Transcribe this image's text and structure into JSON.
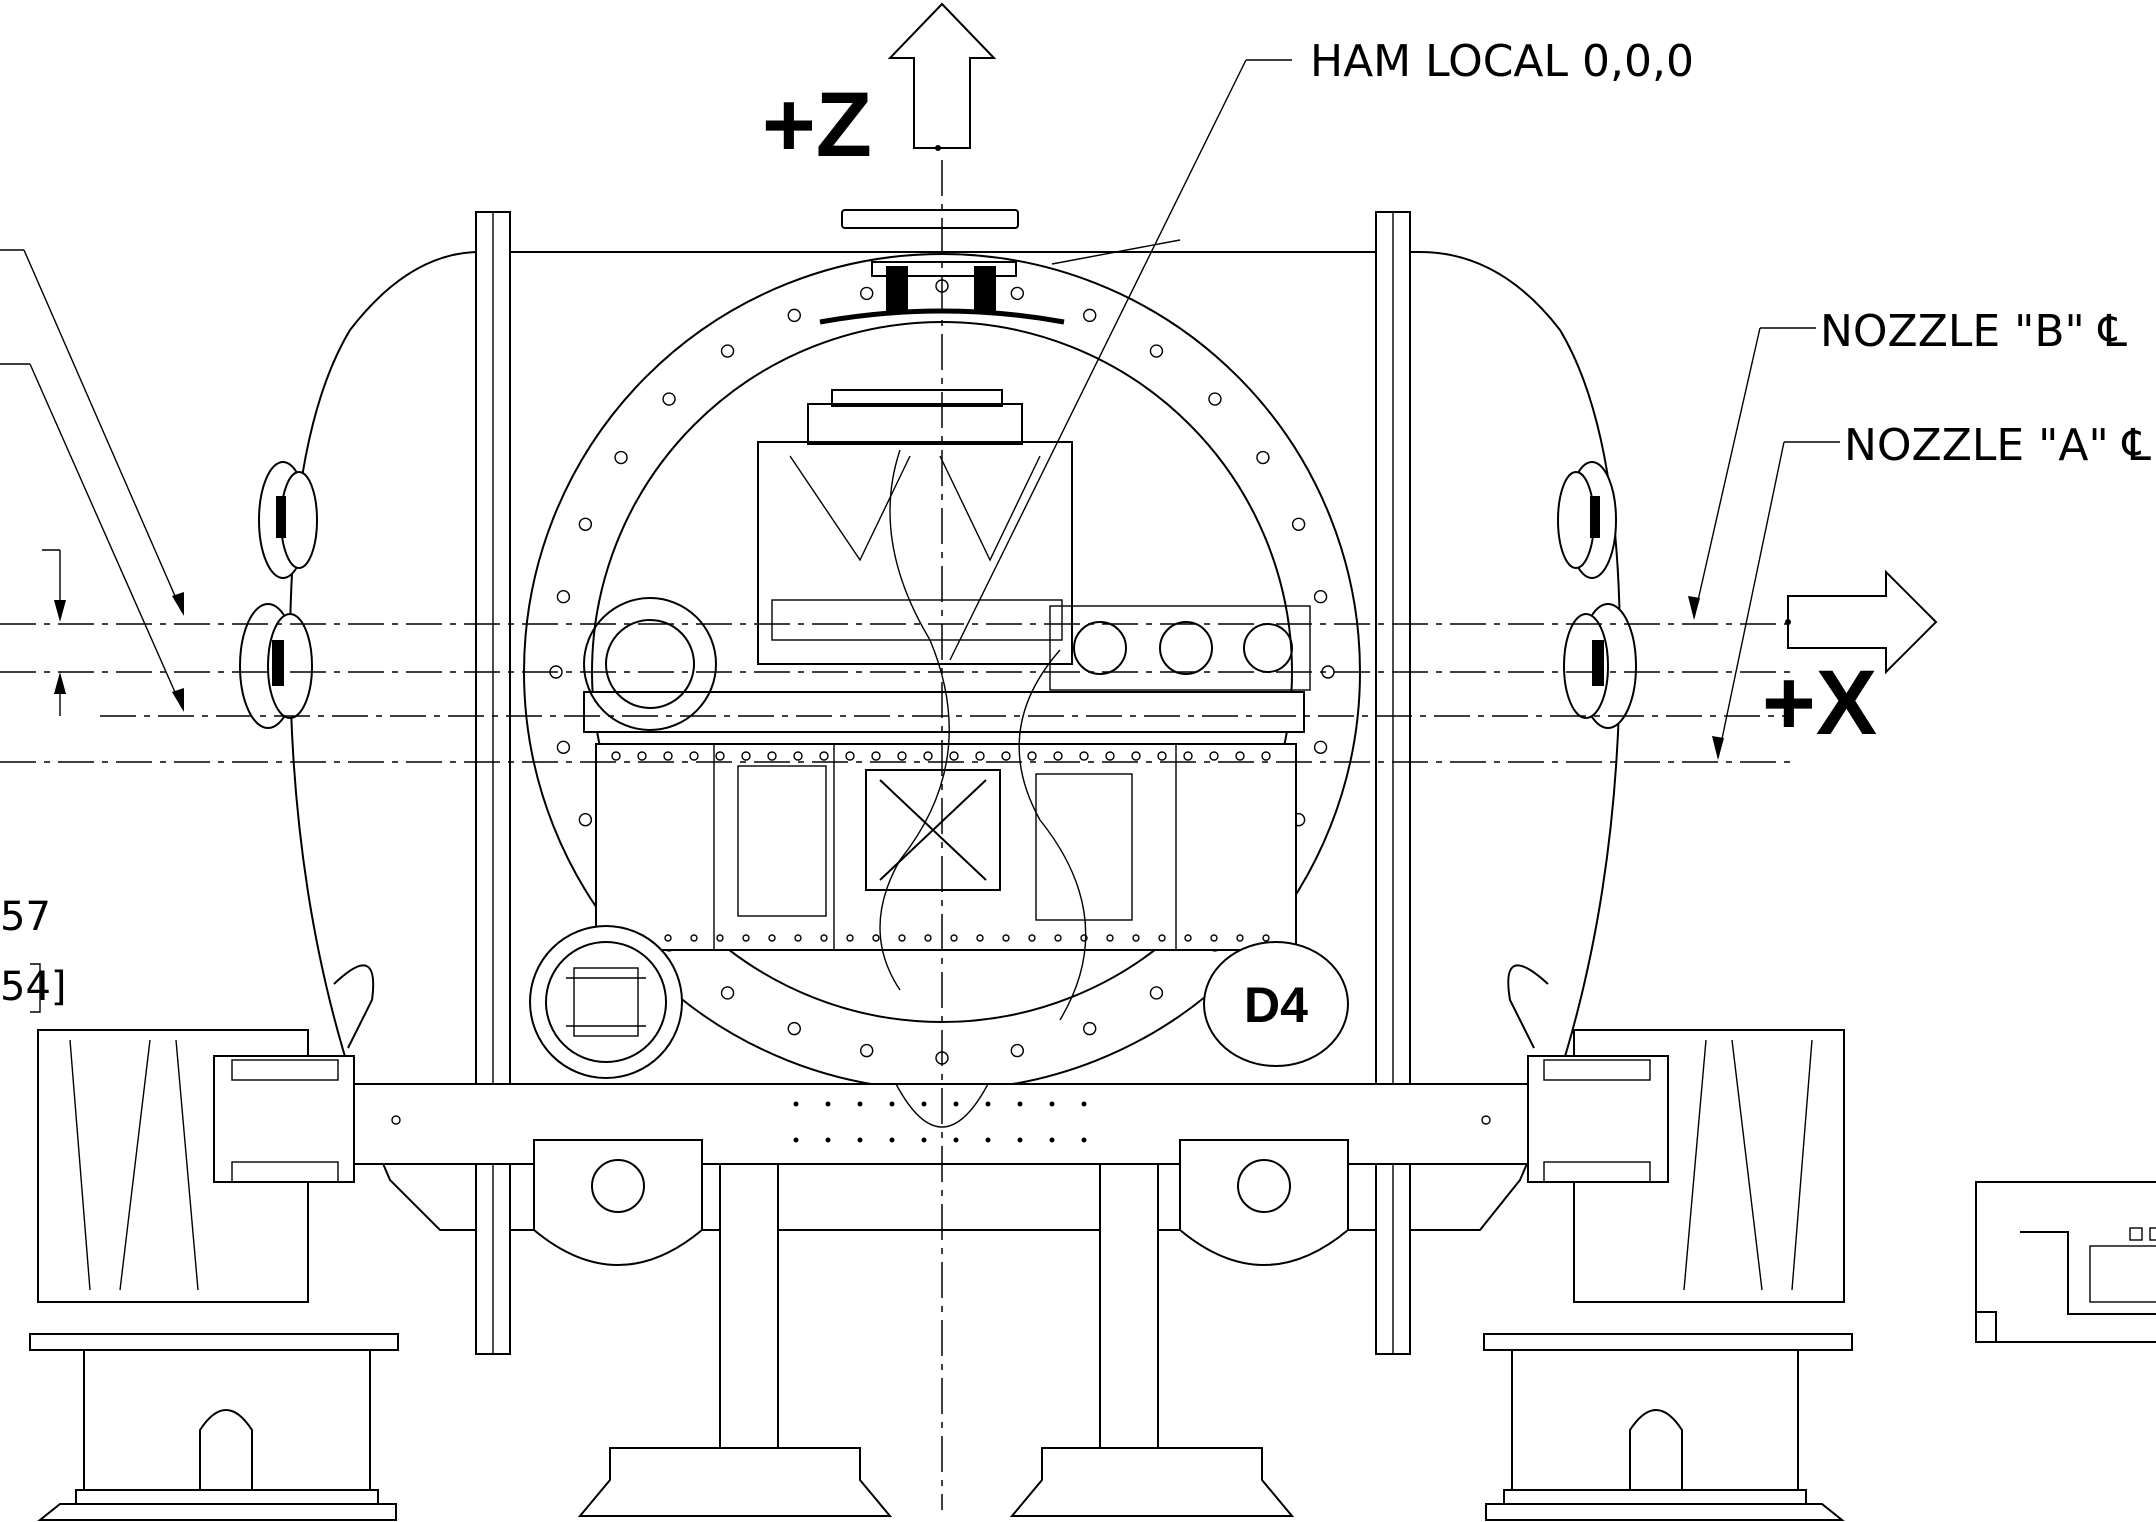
{
  "labels": {
    "ham_local": "HAM LOCAL 0,0,0",
    "nozzle_b": "NOZZLE \"B\" ℄",
    "nozzle_a": "NOZZLE \"A\" ℄",
    "axis_z": "+Z",
    "axis_x": "+X",
    "port_mark": "D4",
    "dim_upper": "57",
    "dim_lower": "54]"
  }
}
